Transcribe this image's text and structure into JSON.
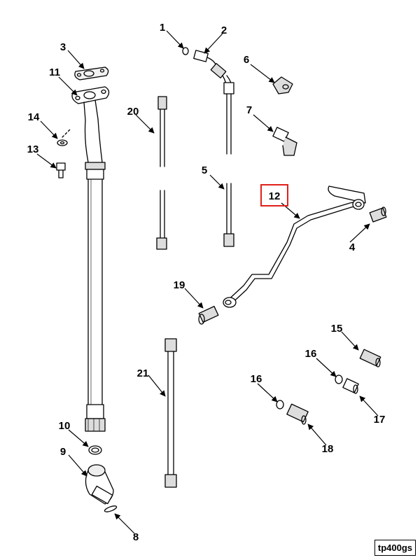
{
  "drawing_ref": "tp400gs",
  "highlight_color": "#e0201b",
  "highlighted_callout": "12",
  "callouts": [
    {
      "id": "1",
      "text": "1"
    },
    {
      "id": "2",
      "text": "2"
    },
    {
      "id": "3",
      "text": "3"
    },
    {
      "id": "4",
      "text": "4"
    },
    {
      "id": "5",
      "text": "5"
    },
    {
      "id": "6",
      "text": "6"
    },
    {
      "id": "7",
      "text": "7"
    },
    {
      "id": "8",
      "text": "8"
    },
    {
      "id": "9",
      "text": "9"
    },
    {
      "id": "10",
      "text": "10"
    },
    {
      "id": "11",
      "text": "11"
    },
    {
      "id": "12",
      "text": "12"
    },
    {
      "id": "13",
      "text": "13"
    },
    {
      "id": "14",
      "text": "14"
    },
    {
      "id": "15",
      "text": "15"
    },
    {
      "id": "16a",
      "text": "16"
    },
    {
      "id": "16b",
      "text": "16"
    },
    {
      "id": "17",
      "text": "17"
    },
    {
      "id": "18",
      "text": "18"
    },
    {
      "id": "19",
      "text": "19"
    },
    {
      "id": "20",
      "text": "20"
    },
    {
      "id": "21",
      "text": "21"
    }
  ]
}
